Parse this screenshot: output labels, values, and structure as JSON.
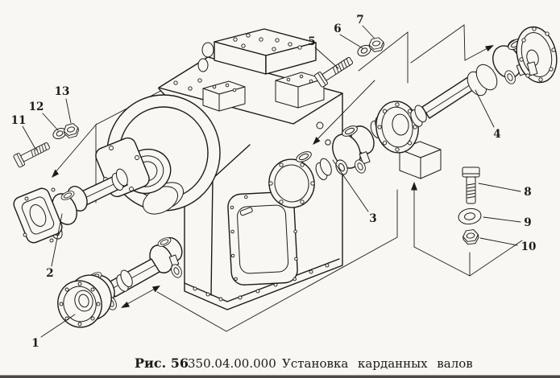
{
  "figure_caption": {
    "figure_label": "Рис. 56",
    "drawing_code": "350.04.00.000",
    "title": "Установка карданных валов"
  },
  "callouts": [
    {
      "n": "1"
    },
    {
      "n": "2"
    },
    {
      "n": "3"
    },
    {
      "n": "4"
    },
    {
      "n": "5"
    },
    {
      "n": "6"
    },
    {
      "n": "7"
    },
    {
      "n": "8"
    },
    {
      "n": "9"
    },
    {
      "n": "10"
    },
    {
      "n": "11"
    },
    {
      "n": "12"
    },
    {
      "n": "13"
    }
  ],
  "colors": {
    "ink": "#1d1b18",
    "paper": "#f8f7f3",
    "scan_edge": "#4e4a42"
  }
}
